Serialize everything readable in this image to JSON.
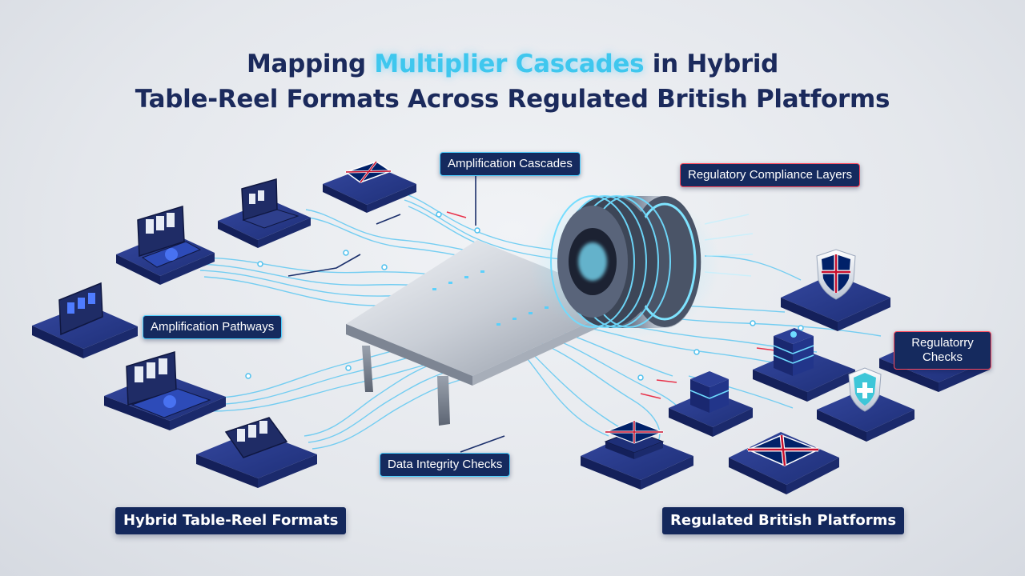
{
  "title": {
    "line1_before": "Mapping ",
    "line1_highlight": "Multiplier Cascades",
    "line1_after": " in Hybrid",
    "line2": "Table-Reel Formats Across Regulated British Platforms"
  },
  "callouts": {
    "amplification_cascades": "Amplification Cascades",
    "regulatory_compliance_layers": "Regulatory Compliance Layers",
    "amplification_pathways": "Amplification Pathways",
    "regulatory_checks_line1": "Regulatorry",
    "regulatory_checks_line2": "Checks",
    "data_integrity_checks": "Data Integrity Checks"
  },
  "group_labels": {
    "left": "Hybrid Table-Reel Formats",
    "right": "Regulated British Platforms"
  },
  "colors": {
    "navy": "#152a5e",
    "title": "#1b2a5c",
    "accent_cyan": "#4fd0ff",
    "accent_red": "#ff4a5c",
    "platform_top": "#27398f",
    "flag_red": "#c8102e"
  }
}
